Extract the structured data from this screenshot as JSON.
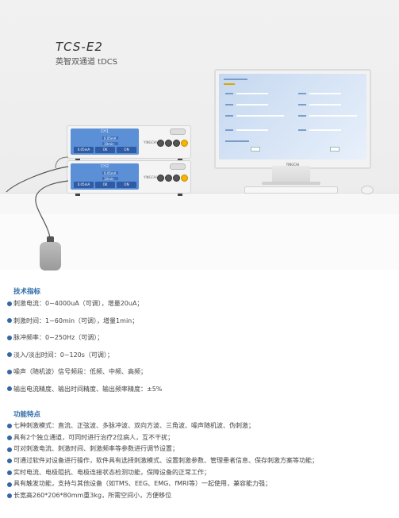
{
  "header": {
    "model": "TCS-E2",
    "subtitle": "英智双通道 tDCS"
  },
  "devices": [
    {
      "channel": "CH1",
      "current": "0.05mA",
      "time": "10min",
      "box1": "0.05mA",
      "box2": "OK",
      "box3": "ON",
      "brand": "YINGCHI"
    },
    {
      "channel": "CH2",
      "current": "0.05mA",
      "time": "10min",
      "box1": "0.05mA",
      "box2": "OK",
      "box3": "ON",
      "brand": "YINGCHI"
    }
  ],
  "monitor": {
    "brand": "YINGCHI"
  },
  "specs": {
    "title": "技术指标",
    "items": [
      "刺激电流：0~4000uA（可调），增量20uA；",
      "刺激时间：1~60min（可调），增量1min；",
      "脉冲频率：0~250Hz（可调）；",
      "淡入/淡出时间：0~120s（可调）；",
      "噪声（随机波）信号频段：低频、中频、高频；",
      "输出电流精度、输出时间精度、输出频率精度：±5%"
    ]
  },
  "features": {
    "title": "功能特点",
    "items": [
      "七种刺激模式：直流、正弦波、多脉冲波、双向方波、三角波、噪声随机波、伪刺激；",
      "具有2个独立通道，可同时进行治疗2位病人，互不干扰；",
      "可对刺激电流、刺激时间、刺激频率等参数进行调节设置；",
      "可通过软件对设备进行操作，软件具有选择刺激模式、设置刺激参数、管理患者信息、保存刺激方案等功能；",
      "实时电流、电极阻抗、电极连接状态检测功能，保障设备的正常工作；",
      "具有触发功能，支持与其他设备（如TMS、EEG、EMG、fMRI等）一起使用，兼容能力强；",
      "长宽高260*206*80mm重3kg，所需空间小，方便移位"
    ]
  },
  "colors": {
    "accent": "#2d6aa8",
    "bullet": "#3567a6",
    "screen": "#5b8fd6",
    "knob_accent": "#f5b400"
  }
}
